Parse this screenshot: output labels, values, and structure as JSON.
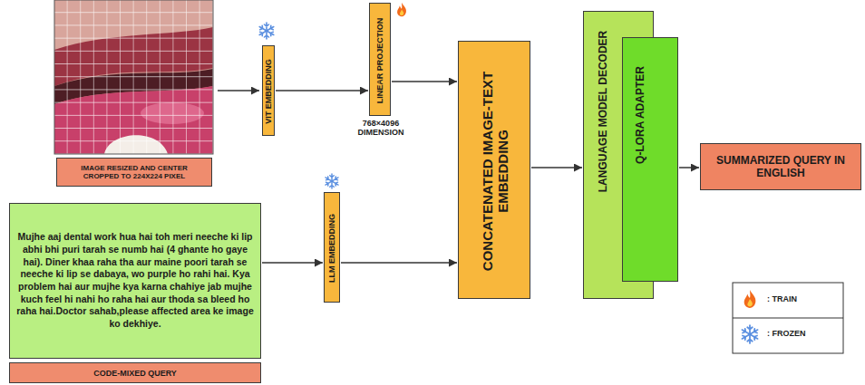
{
  "diagram": {
    "nodes": [
      {
        "text": [
          "IMAGE RESIZED AND CENTER CROPPED TO 224X224 PIXEL"
        ]
      },
      {
        "text": [
          "VIT EMBEDDING"
        ]
      },
      {
        "text": [
          "LINEAR PROJECTION"
        ]
      },
      {
        "text": [
          "CONCATENATED IMAGE-TEXT EMBEDDING"
        ]
      },
      {
        "text": [
          "LANGUAGE MODEL DECODER"
        ]
      },
      {
        "text": [
          "Q-LORA ADAPTER"
        ],
        "in": 4
      },
      {
        "text": [
          "SUMMARIZED QUERY IN ENGLISH"
        ]
      },
      {
        "text": [
          "Mujhe aaj dental work hua hai toh meri neeche ki lip abhi bhi puri tarah se numb hai (4 ghante ho gaye hai). Diner khaa raha tha aur maine poori tarah se neeche ki lip se dabaya, wo purple ho rahi hai. Kya problem hai aur mujhe kya karna chahiye jab mujhe kuch feel hi nahi ho raha hai aur thoda sa bleed ho raha hai.Doctor sahab,please affected area ke image ko dekhiye."
        ]
      },
      {
        "text": [
          "CODE-MIXED QUERY"
        ]
      },
      {
        "text": [
          "LLM EMBEDDING"
        ]
      }
    ],
    "edges": [
      {
        "from": 1,
        "to": 2,
        "arrow": "to"
      },
      {
        "from": 2,
        "to": 3,
        "arrow": "to"
      },
      {
        "from": 3,
        "to": 4,
        "arrow": "to"
      },
      {
        "from": 5,
        "to": 6,
        "arrow": "to"
      },
      {
        "from": 7,
        "to": 9,
        "arrow": "to"
      },
      {
        "from": 9,
        "to": 3,
        "arrow": "to"
      }
    ],
    "labels": [
      "768×4096 DIMENSION"
    ],
    "legend": [
      {
        "text": ": TRAIN"
      },
      {
        "text": ": FROZEN"
      }
    ]
  }
}
